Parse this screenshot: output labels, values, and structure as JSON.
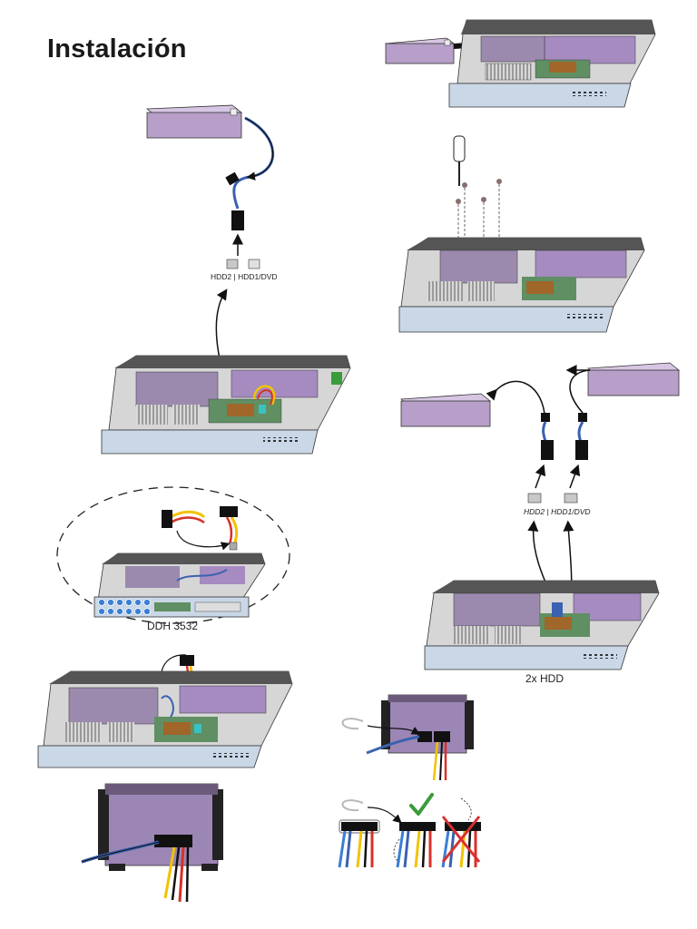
{
  "page": {
    "title": "Instalación"
  },
  "labels": {
    "connector_left": "HDD2 | HDD1/DVD",
    "connector_right": "HDD2 | HDD1/DVD",
    "model": "DDH 3532",
    "dual_hdd": "2x HDD"
  },
  "colors": {
    "hdd_purple": "#b79fc9",
    "hdd_dark": "#6b5a7c",
    "panel_blue": "#8fb0d6",
    "board_green": "#5f8f63",
    "sata_blue": "#3a62b0",
    "power_yellow": "#f2c200",
    "power_red": "#d9302a",
    "check_green": "#3a9c3a",
    "cross_red": "#d93030"
  },
  "icons": {
    "screwdriver": "screwdriver-icon",
    "check": "check-icon",
    "cross": "cross-icon"
  }
}
